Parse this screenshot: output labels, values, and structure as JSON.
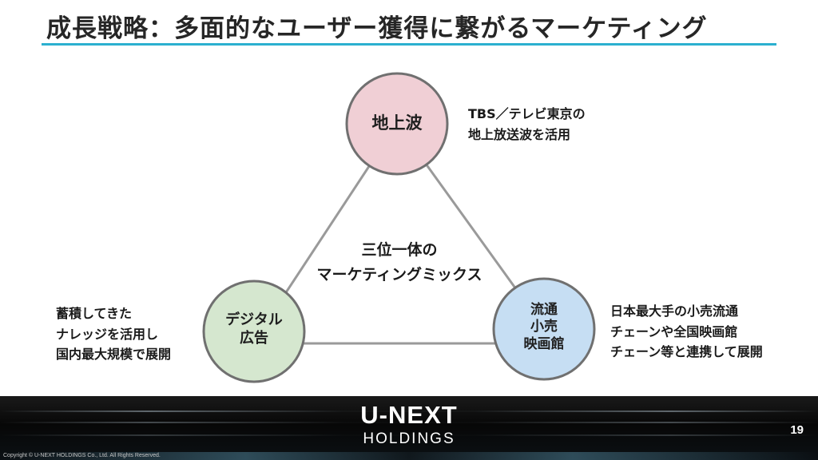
{
  "slide": {
    "title": "成長戦略：多面的なユーザー獲得に繋がるマーケティング",
    "page_number": "19",
    "accent_color": "#2bb0cf"
  },
  "diagram": {
    "center_line1": "三位一体の",
    "center_line2": "マーケティングミックス",
    "nodes": {
      "top": {
        "label": "地上波",
        "fill": "#f0cfd5"
      },
      "left": {
        "label_line1": "デジタル",
        "label_line2": "広告",
        "fill": "#d5e7cf"
      },
      "right": {
        "label_line1": "流通",
        "label_line2": "小売",
        "label_line3": "映画館",
        "fill": "#c6def3"
      }
    },
    "edge_color": "#9a9a9a",
    "node_stroke": "#707070"
  },
  "notes": {
    "top": "TBS／テレビ東京の\n地上放送波を活用",
    "left": "蓄積してきた\nナレッジを活用し\n国内最大規模で展開",
    "right": "日本最大手の小売流通\nチェーンや全国映画館\nチェーン等と連携して展開"
  },
  "footer": {
    "logo_line1": "U-NEXT",
    "logo_line2": "HOLDINGS",
    "copyright": "Copyright © U-NEXT HOLDINGS Co., Ltd. All Rights Reserved."
  }
}
